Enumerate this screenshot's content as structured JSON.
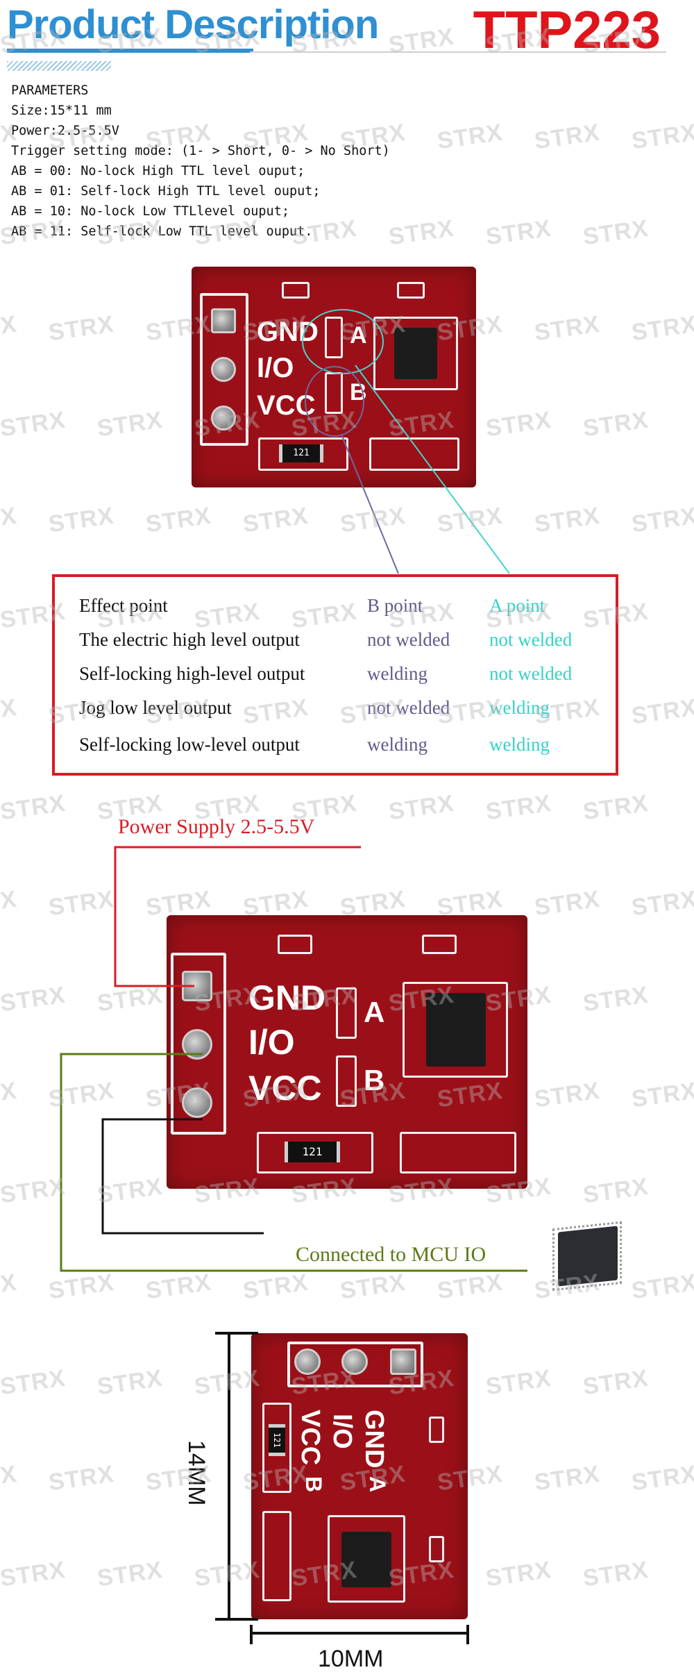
{
  "header": {
    "title": "Product Description",
    "model": "TTP223"
  },
  "parameters": {
    "heading": "PARAMETERS",
    "lines": [
      "Size:15*11 mm",
      "Power:2.5-5.5V",
      "Trigger setting mode: (1- > Short, 0- > No Short)",
      "AB = 00: No-lock High TTL level ouput;",
      "AB = 01: Self-lock High TTL level ouput;",
      "AB = 10: No-lock Low TTLlevel ouput;",
      "AB = 11: Self-lock Low TTL level ouput."
    ]
  },
  "board": {
    "pin_gnd": "GND",
    "pin_io": "I/O",
    "pin_vcc": "VCC",
    "jumper_a": "A",
    "jumper_b": "B",
    "resistor": "121"
  },
  "table": {
    "header": [
      "Effect point",
      "B point",
      "A point"
    ],
    "rows": [
      [
        "The electric high level output",
        "not welded",
        "not welded"
      ],
      [
        "Self-locking high-level output",
        "welding",
        "not welded"
      ],
      [
        "Jog low level output",
        "not welded",
        "welding"
      ],
      [
        "Self-locking low-level output",
        "welding",
        "welding"
      ]
    ]
  },
  "wiring": {
    "power_label": "Power Supply 2.5-5.5V",
    "mcu_label": "Connected to MCU IO"
  },
  "dimensions": {
    "height": "14MM",
    "width": "10MM"
  },
  "watermark": "STRX",
  "colors": {
    "title_blue": "#2e8fd1",
    "accent_red": "#e0141b",
    "b_point": "#5f5a8b",
    "a_point": "#34d2c6",
    "pcb_red": "#9b1018",
    "mcu_wire_green": "#5b7a16"
  }
}
